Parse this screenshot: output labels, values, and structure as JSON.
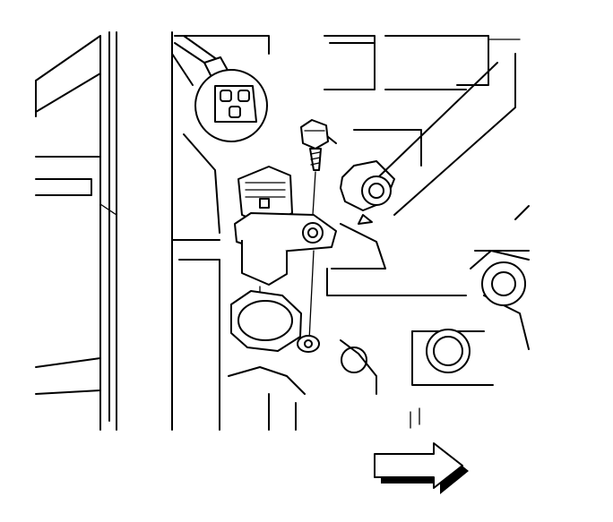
{
  "figure": {
    "subject": "sensor-removal-illustration",
    "components": [
      "left-housing",
      "connector-plug",
      "sensor",
      "retaining-bolt",
      "engine-block",
      "mounting-bore",
      "direction-arrow"
    ],
    "colors": {
      "line": "#000000",
      "background": "#ffffff"
    },
    "arrow_direction": "right"
  }
}
